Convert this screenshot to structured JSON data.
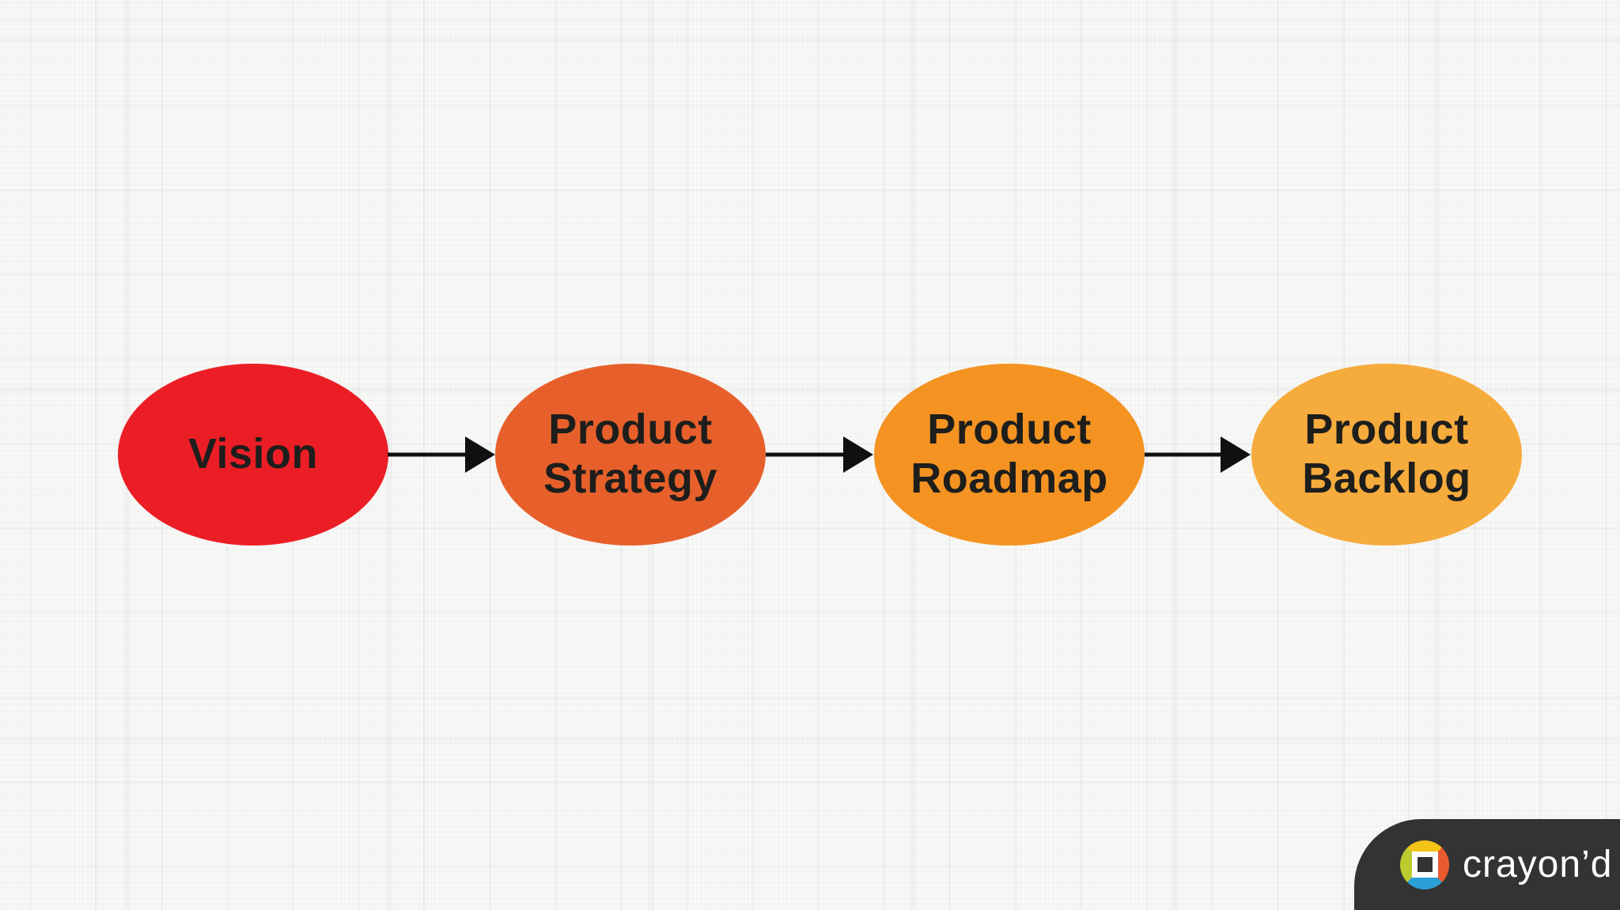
{
  "background": {
    "base_color": "#F8F8F7"
  },
  "diagram": {
    "nodes": [
      {
        "id": "vision",
        "label": "Vision",
        "color": "#EC1E25"
      },
      {
        "id": "product-strategy",
        "label": "Product Strategy",
        "color": "#E7602B"
      },
      {
        "id": "product-roadmap",
        "label": "Product Roadmap",
        "color": "#F49322"
      },
      {
        "id": "product-backlog",
        "label": "Product Backlog",
        "color": "#F6AB3D"
      }
    ],
    "label_color": "#1E1E1C",
    "arrow_color": "#101010"
  },
  "branding": {
    "logo_text": "crayon’d",
    "box_color": "#333333",
    "text_color": "#FFFFFF",
    "logo_segment_colors": {
      "yellow": "#F4C317",
      "orange": "#E95B2F",
      "blue": "#2B9FD8",
      "green": "#BCCC2F"
    }
  }
}
